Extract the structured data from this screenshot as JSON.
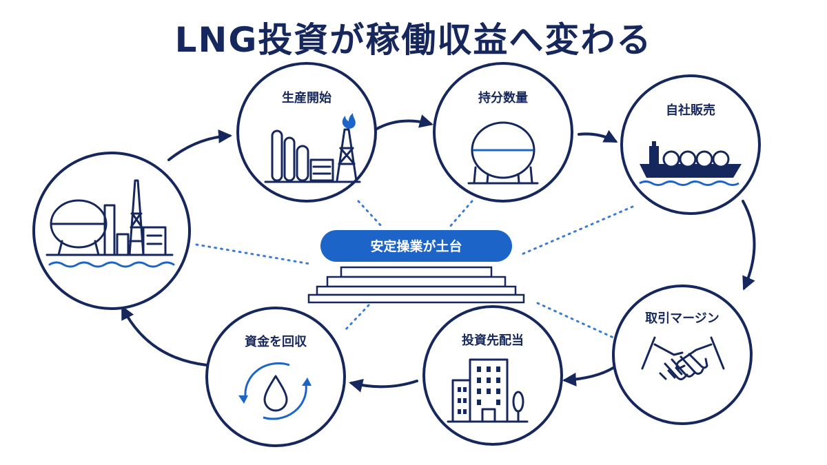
{
  "title": "LNG投資が稼働収益へ変わる",
  "colors": {
    "navy": "#15275c",
    "blue": "#1c64c8",
    "dots": "#3a7bd5"
  },
  "center": {
    "label": "安定操業が土台",
    "icon": "podium-icon"
  },
  "nodes": [
    {
      "id": "plant",
      "label": "",
      "icon": "lng-plant-icon"
    },
    {
      "id": "production-start",
      "label": "生産開始",
      "icon": "refinery-flare-icon"
    },
    {
      "id": "equity-volume",
      "label": "持分数量",
      "icon": "lng-tank-icon"
    },
    {
      "id": "self-sales",
      "label": "自社販売",
      "icon": "lng-carrier-ship-icon"
    },
    {
      "id": "trading-margin",
      "label": "取引マージン",
      "icon": "handshake-icon"
    },
    {
      "id": "investee-dividend",
      "label": "投資先配当",
      "icon": "office-building-icon"
    },
    {
      "id": "capital-recovery",
      "label": "資金を回収",
      "icon": "recycle-drop-icon"
    }
  ]
}
